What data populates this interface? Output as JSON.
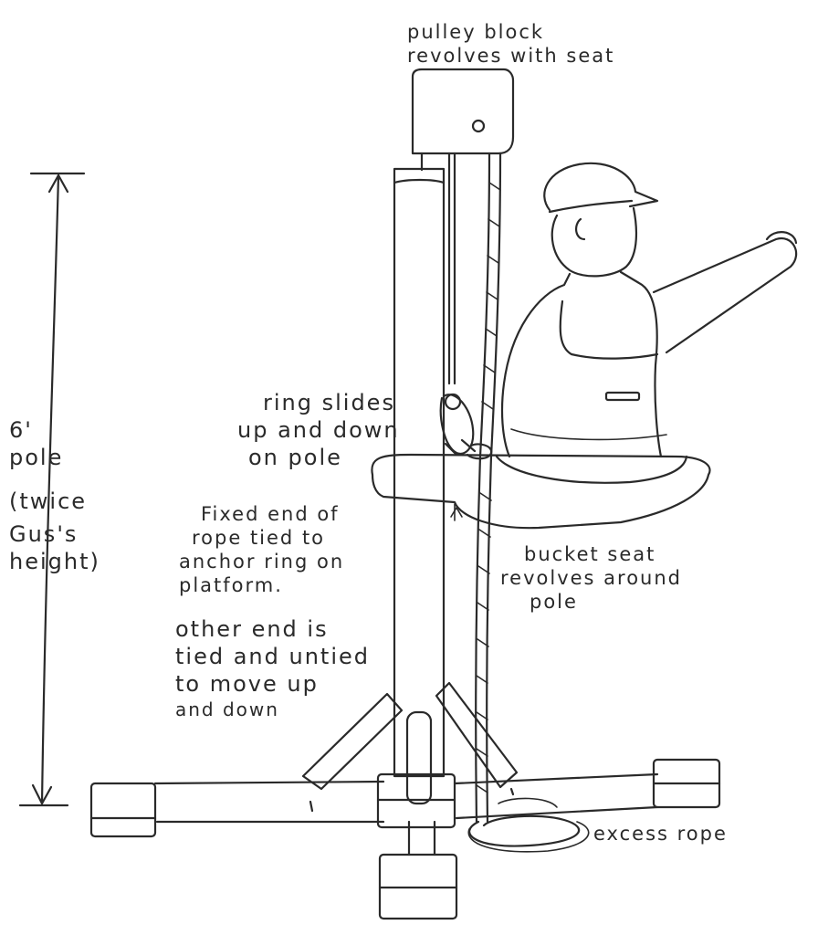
{
  "colors": {
    "ink": "#2a2a2a",
    "paper": "#ffffff",
    "shade": "#cfcfcf"
  },
  "labels": {
    "pulley": [
      "pulley block",
      "revolves with seat"
    ],
    "pole_height": [
      "6'",
      "pole",
      "(twice",
      "Gus's",
      "height)"
    ],
    "ring": [
      "ring slides",
      "up and down",
      "on pole"
    ],
    "fixed_end": [
      "Fixed end of",
      "rope tied to",
      "anchor ring on",
      "platform."
    ],
    "other_end": [
      "other end is",
      "tied and untied",
      "to move up",
      "and down"
    ],
    "bucket": [
      "bucket seat",
      "revolves around",
      "pole"
    ],
    "excess": [
      "excess rope"
    ]
  }
}
